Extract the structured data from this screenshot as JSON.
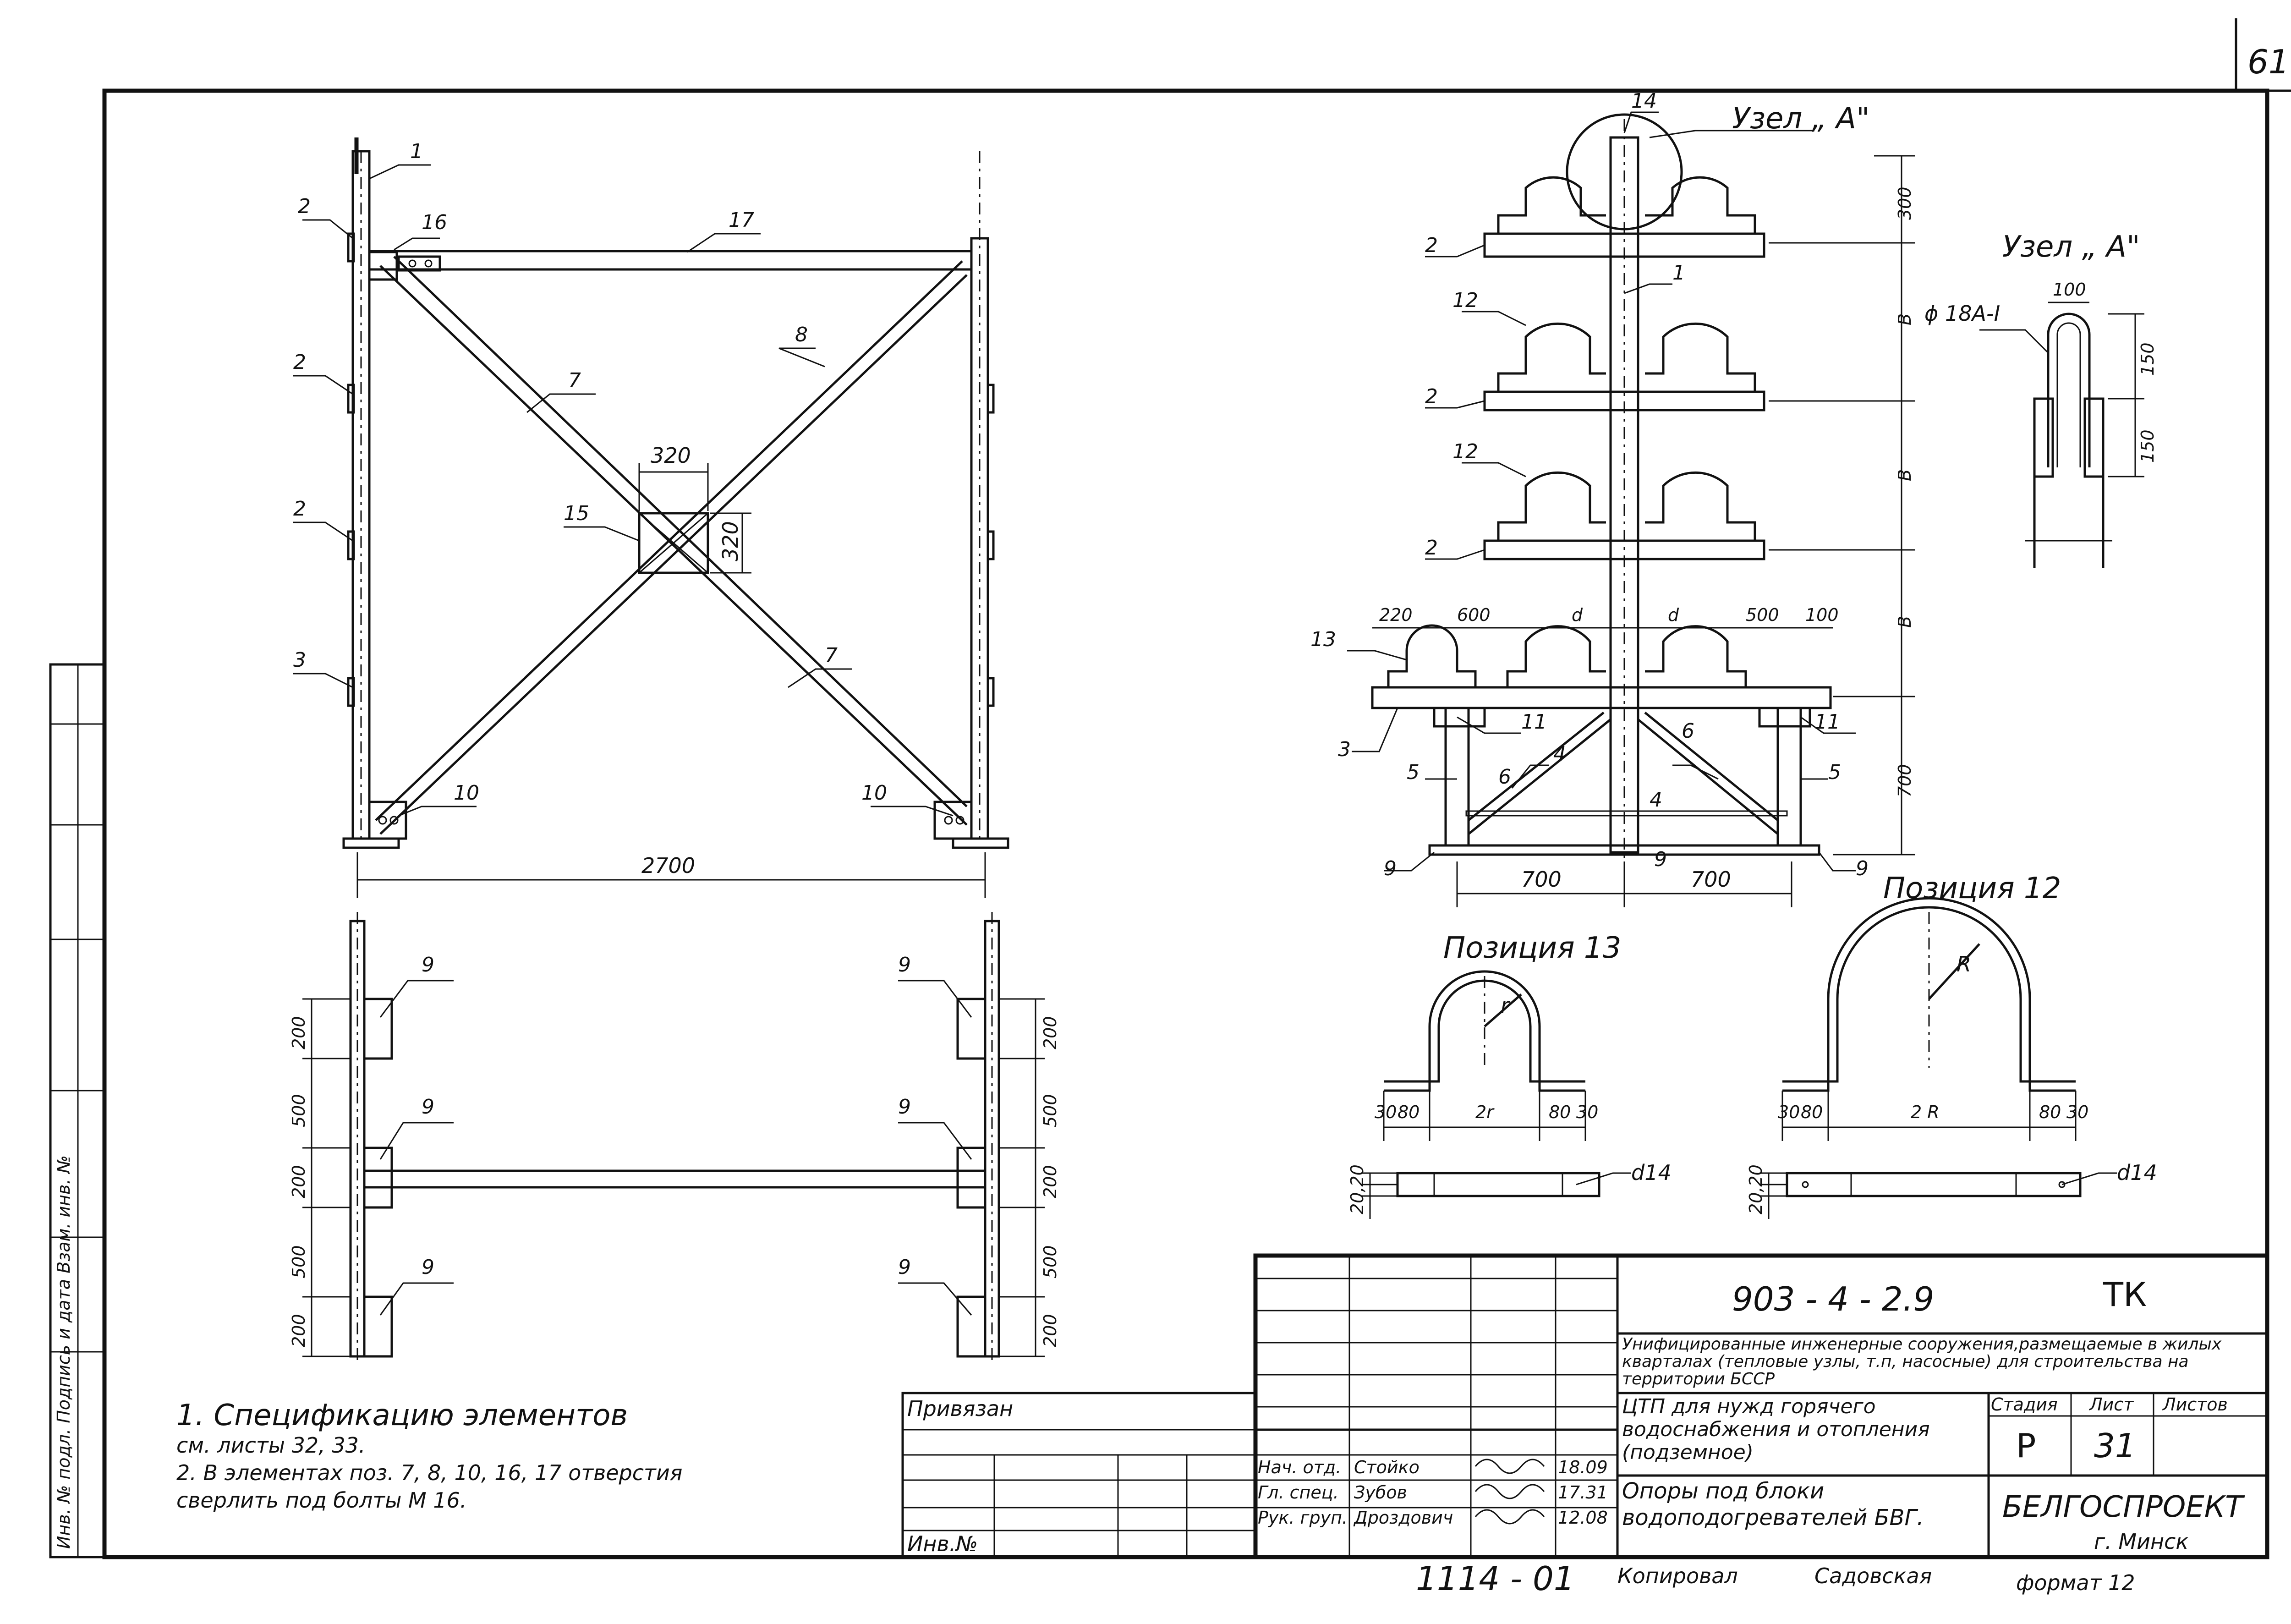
{
  "sheet": {
    "page_number": "61",
    "code": "903 - 4 - 2.9",
    "mark": "ТК",
    "series_title": "Унифицированные инженерные сооружения,размещаемые в жилых кварталах (тепловые узлы, т.п, насосные) для строительства на территории БССР",
    "object_title": "ЦТП для нужд горячего водоснабжения и отопления (подземное)",
    "drawing_title": "Опоры под блоки водоподогревателей БВГ.",
    "stage_label": "Стадия",
    "sheet_label": "Лист",
    "sheets_label": "Листов",
    "stage": "Р",
    "sheet_no": "31",
    "org": "БЕЛГОСПРОЕКТ",
    "city": "г. Минск",
    "tied_label": "Привязан",
    "inv_label": "Инв.№",
    "roles": [
      {
        "role": "Нач. отд.",
        "name": "Стойко",
        "date": "18.09"
      },
      {
        "role": "Гл. спец.",
        "name": "Зубов",
        "date": "17.31"
      },
      {
        "role": "Рук. груп.",
        "name": "Дроздович",
        "date": "12.08"
      }
    ],
    "archive_no": "1114 - 01",
    "copied_label": "Копировал",
    "copier": "Садовская",
    "format_label": "формат 12",
    "side_stamp": "Инв. № подл.   Подпись и дата   Взам. инв. №"
  },
  "notes": [
    "1.  Спецификацию элементов",
    "     см. листы 32, 33.",
    "2.  В элементах поз. 7, 8, 10, 16, 17 отверстия",
    "     сверлить под болты М 16."
  ],
  "front_view": {
    "overall_dim": "2700",
    "gusset_w": "320",
    "gusset_h": "320",
    "labels": [
      "1",
      "2",
      "16",
      "17",
      "8",
      "7",
      "2",
      "2",
      "15",
      "3",
      "7",
      "10",
      "10"
    ]
  },
  "plan_view": {
    "dims_left": [
      "200",
      "500",
      "200",
      "500",
      "200"
    ],
    "dims_right": [
      "200",
      "500",
      "200",
      "500",
      "200"
    ],
    "labels": [
      "9",
      "9",
      "9",
      "9",
      "9",
      "9"
    ]
  },
  "side_view": {
    "node_label": "Узел „ А\"",
    "dims_right": [
      "300",
      "В",
      "В",
      "В",
      "700"
    ],
    "dims_bottom": [
      "700",
      "700"
    ],
    "top_dims": [
      "220",
      "600",
      "d",
      "d",
      "500",
      "100"
    ],
    "labels": [
      "14",
      "2",
      "1",
      "12",
      "2",
      "12",
      "2",
      "13",
      "3",
      "11",
      "11",
      "5",
      "6",
      "6",
      "5",
      "4",
      "4",
      "9",
      "9",
      "9"
    ]
  },
  "node_a": {
    "title": "Узел „ А\"",
    "rod": "ϕ 18А-I",
    "width": "100",
    "h1": "150",
    "h2": "150"
  },
  "pos13": {
    "title": "Позиция 13",
    "r": "r",
    "dims": [
      "30",
      "80",
      "2r",
      "80",
      "30"
    ],
    "thick": "20,20",
    "hole": "d14"
  },
  "pos12": {
    "title": "Позиция 12",
    "r": "R",
    "dims": [
      "30",
      "80",
      "2 R",
      "80",
      "30"
    ],
    "thick": "20,20",
    "hole": "d14"
  }
}
